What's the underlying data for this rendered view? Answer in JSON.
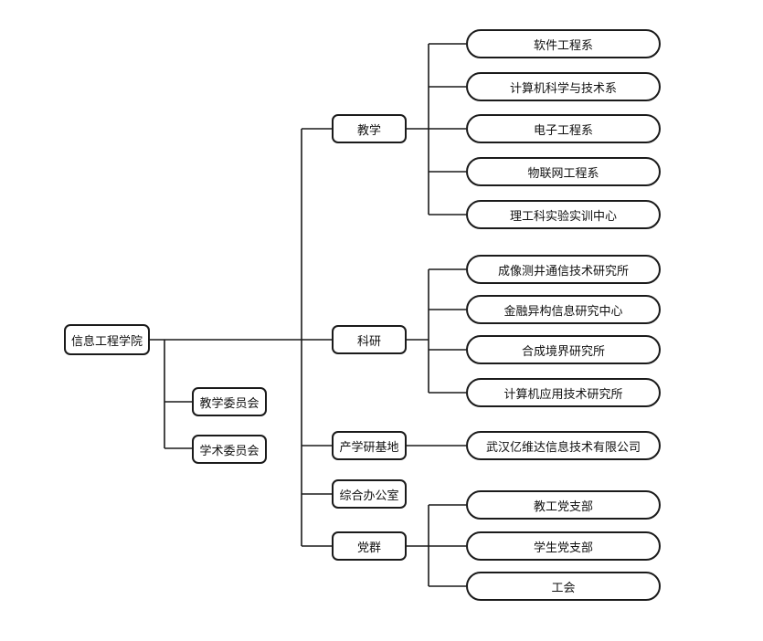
{
  "root": {
    "label": "信息工程学院"
  },
  "committees": [
    {
      "label": "教学委员会"
    },
    {
      "label": "学术委员会"
    }
  ],
  "divisions": [
    {
      "label": "教学",
      "children": [
        {
          "label": "软件工程系"
        },
        {
          "label": "计算机科学与技术系"
        },
        {
          "label": "电子工程系"
        },
        {
          "label": "物联网工程系"
        },
        {
          "label": "理工科实验实训中心"
        }
      ]
    },
    {
      "label": "科研",
      "children": [
        {
          "label": "成像测井通信技术研究所"
        },
        {
          "label": "金融异构信息研究中心"
        },
        {
          "label": "合成境界研究所"
        },
        {
          "label": "计算机应用技术研究所"
        }
      ]
    },
    {
      "label": "产学研基地",
      "children": [
        {
          "label": "武汉亿维达信息技术有限公司"
        }
      ]
    },
    {
      "label": "综合办公室",
      "children": []
    },
    {
      "label": "党群",
      "children": [
        {
          "label": "教工党支部"
        },
        {
          "label": "学生党支部"
        },
        {
          "label": "工会"
        }
      ]
    }
  ]
}
